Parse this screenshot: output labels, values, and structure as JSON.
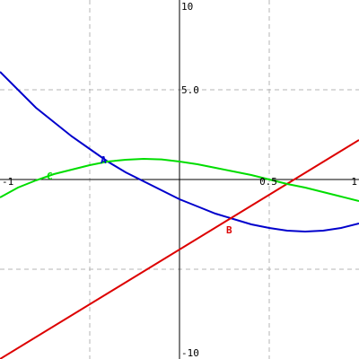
{
  "chart_data": {
    "type": "line",
    "title": "",
    "xlabel": "",
    "ylabel": "",
    "xlim": [
      -1,
      1
    ],
    "ylim": [
      -10,
      10
    ],
    "grid": true,
    "tick_labels": [
      {
        "axis": "y",
        "value": 10,
        "text": "10"
      },
      {
        "axis": "y",
        "value": 5,
        "text": "5.0"
      },
      {
        "axis": "y",
        "value": -10,
        "text": "-10"
      },
      {
        "axis": "x",
        "value": -1,
        "text": "-1"
      },
      {
        "axis": "x",
        "value": 0.5,
        "text": "0.5"
      },
      {
        "axis": "x",
        "value": 1,
        "text": "1"
      }
    ],
    "series": [
      {
        "name": "A",
        "color": "#0000cc",
        "label_at": [
          -0.44,
          0.9
        ],
        "x": [
          -1,
          -0.9,
          -0.8,
          -0.7,
          -0.6,
          -0.5,
          -0.4,
          -0.3,
          -0.2,
          -0.1,
          0,
          0.1,
          0.2,
          0.3,
          0.4,
          0.5,
          0.6,
          0.7,
          0.8,
          0.9,
          1
        ],
        "y": [
          6.0,
          5.0,
          4.0,
          3.2,
          2.4,
          1.7,
          1.0,
          0.4,
          -0.1,
          -0.6,
          -1.1,
          -1.5,
          -1.9,
          -2.2,
          -2.5,
          -2.7,
          -2.85,
          -2.9,
          -2.85,
          -2.7,
          -2.45
        ]
      },
      {
        "name": "B",
        "color": "#dd0000",
        "label_at": [
          0.26,
          -3.0
        ],
        "x": [
          -1,
          1
        ],
        "y": [
          -10,
          2.2
        ]
      },
      {
        "name": "C",
        "color": "#00dd00",
        "label_at": [
          -0.74,
          0.0
        ],
        "x": [
          -1,
          -0.9,
          -0.8,
          -0.7,
          -0.6,
          -0.5,
          -0.4,
          -0.3,
          -0.2,
          -0.1,
          0,
          0.1,
          0.2,
          0.3,
          0.4,
          0.5,
          0.6,
          0.7,
          0.8,
          0.9,
          1
        ],
        "y": [
          -1.0,
          -0.45,
          -0.05,
          0.3,
          0.55,
          0.8,
          1.0,
          1.1,
          1.15,
          1.12,
          1.0,
          0.85,
          0.65,
          0.45,
          0.25,
          0.0,
          -0.25,
          -0.45,
          -0.7,
          -0.95,
          -1.2
        ]
      }
    ]
  }
}
